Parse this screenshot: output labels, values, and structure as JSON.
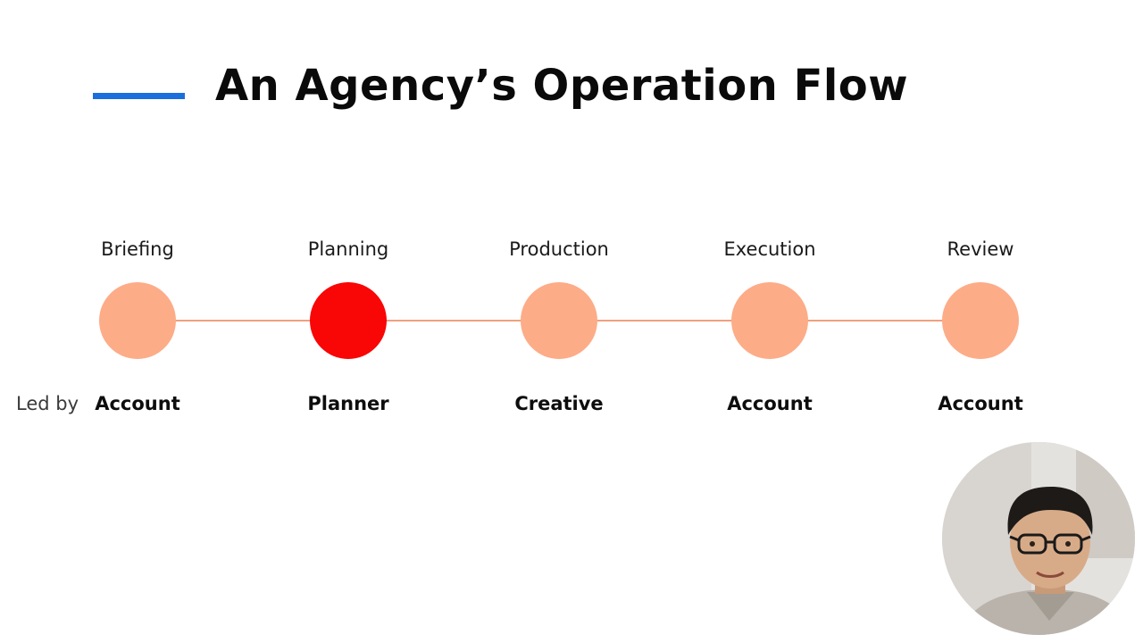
{
  "slide": {
    "title": "An Agency’s Operation Flow",
    "accent_color": "#1a6fdc",
    "led_by_label": "Led by"
  },
  "flow": {
    "connector_color": "#f0a07e",
    "node_color": "#fdac88",
    "active_node_color": "#f90606",
    "active_index": 1,
    "steps": [
      {
        "label": "Briefing",
        "owner": "Account"
      },
      {
        "label": "Planning",
        "owner": "Planner"
      },
      {
        "label": "Production",
        "owner": "Creative"
      },
      {
        "label": "Execution",
        "owner": "Account"
      },
      {
        "label": "Review",
        "owner": "Account"
      }
    ]
  },
  "presenter": {
    "icon": "presenter-webcam-avatar"
  }
}
